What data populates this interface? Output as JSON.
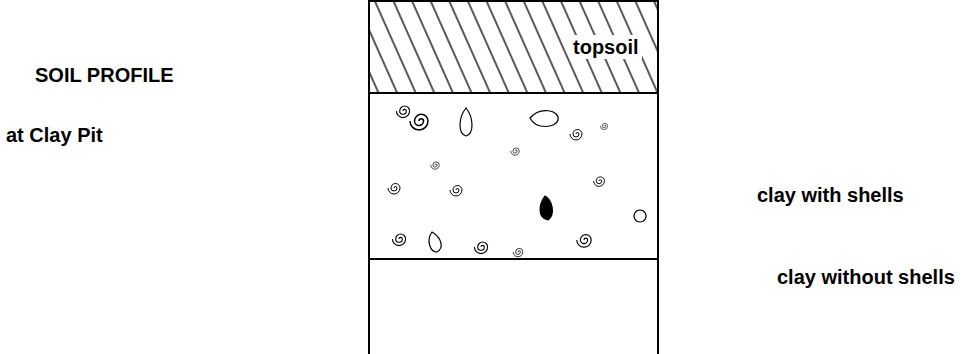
{
  "diagram": {
    "title": "SOIL PROFILE",
    "nodes": [
      {
        "text": [
          "topsoil"
        ]
      },
      {
        "text": [
          "clay with shells"
        ]
      },
      {
        "text": [
          "clay without shells"
        ]
      }
    ],
    "labels": [
      "at Clay Pit"
    ]
  }
}
